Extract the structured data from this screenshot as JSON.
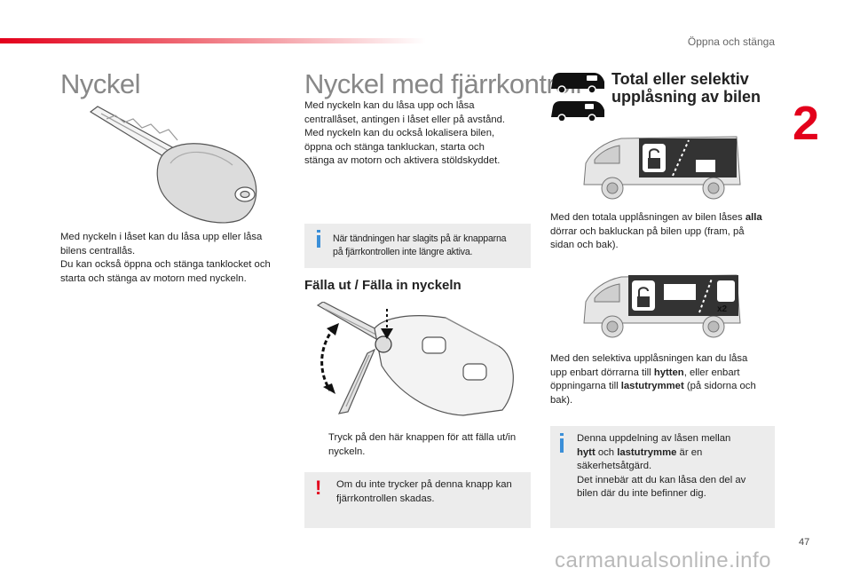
{
  "header": {
    "section_title": "Öppna och stänga",
    "chapter_number": "2",
    "page_number": "47"
  },
  "col1": {
    "title": "Nyckel",
    "text": [
      "Med nyckeln i låset kan du låsa upp eller låsa",
      "bilens centrallås.",
      "Du kan också öppna och stänga tanklocket och",
      "starta och stänga av motorn med nyckeln."
    ]
  },
  "col2": {
    "title": "Nyckel med fjärrkontroll",
    "text": [
      "Med nyckeln kan du låsa upp och låsa",
      "centrallåset, antingen i låset eller på avstånd.",
      "Med nyckeln kan du också lokalisera bilen,",
      "öppna och stänga tankluckan, starta och",
      "stänga av motorn och aktivera stöldskyddet."
    ],
    "info_box": [
      "När tändningen har slagits på är knapparna",
      "på fjärrkontrollen inte längre aktiva."
    ],
    "subtitle": "Fälla ut / Fälla in nyckeln",
    "step_bullet": "",
    "step": [
      "Tryck på den här knappen för att fälla ut/in",
      "nyckeln."
    ],
    "warning_box": [
      "Om du inte trycker på denna knapp kan",
      "fjärrkontrollen skadas."
    ]
  },
  "col3": {
    "title_line1": "Total eller selektiv",
    "title_line2": "upplåsning av bilen",
    "van_label": "x2",
    "total_text": {
      "l1": "Med den totala upplåsningen av bilen låses ",
      "l1_bold": "alla",
      "l2": "dörrar och bakluckan på bilen upp (fram, på",
      "l3": "sidan och bak)."
    },
    "selective_text": {
      "l1": "Med den selektiva upplåsningen kan du låsa",
      "l2a": "upp enbart dörrarna till ",
      "l2_bold": "hytten",
      "l2b": ", eller enbart",
      "l3a": "öppningarna till ",
      "l3_bold": "lastutrymmet",
      "l3b": " (på sidorna och",
      "l4": "bak)."
    },
    "info_box": {
      "l1": "Denna uppdelning av låsen mellan",
      "l2_bold1": "hytt",
      "l2_mid": " och ",
      "l2_bold2": "lastutrymme",
      "l2_end": " är en",
      "l3": "säkerhetsåtgärd.",
      "l4": "Det innebär att du kan låsa den del av",
      "l5": "bilen där du inte befinner dig."
    }
  },
  "footer": {
    "watermark": "carmanualsonline.info"
  },
  "colors": {
    "accent_red": "#e3001b",
    "info_blue": "#3b8fd8",
    "box_grey": "#ececec",
    "heading_grey": "#888888"
  }
}
